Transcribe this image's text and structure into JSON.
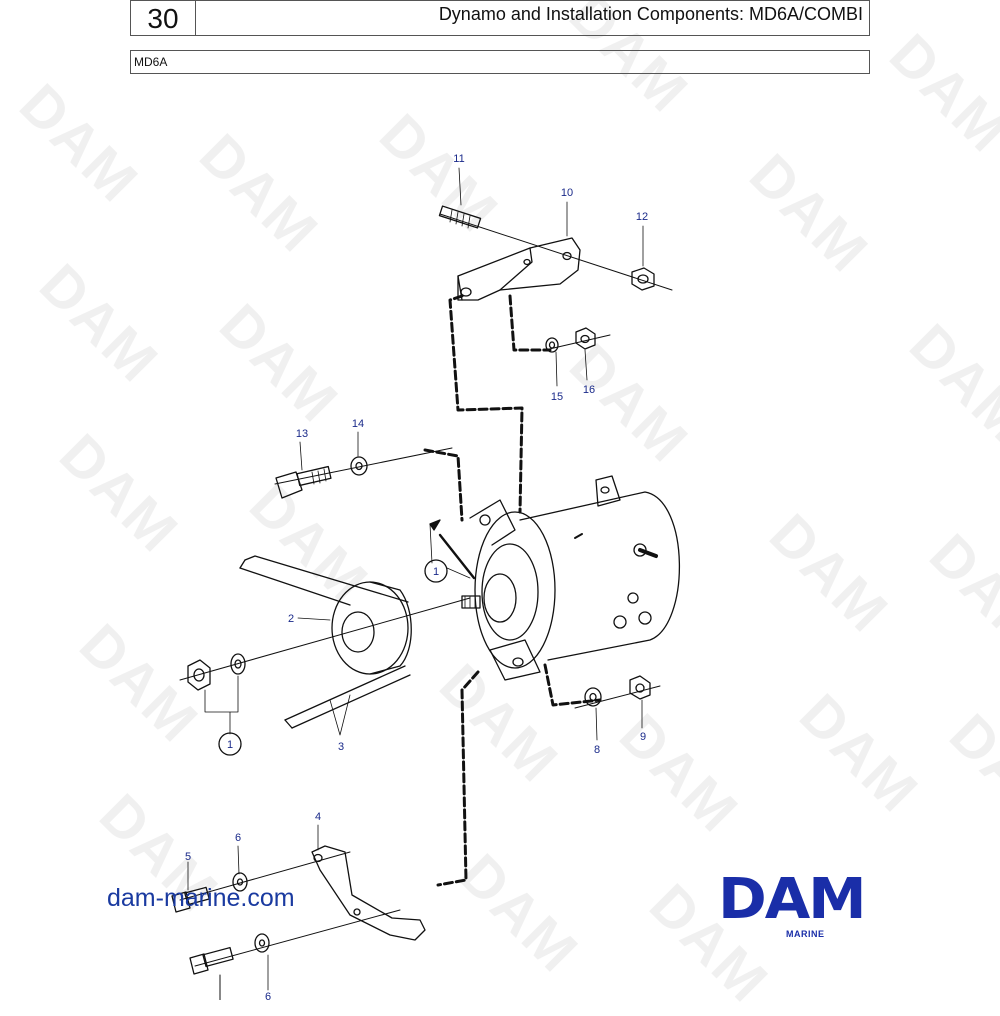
{
  "header": {
    "number": "30",
    "title": "Dynamo and Installation Components: MD6A/COMBI"
  },
  "subheader": {
    "model": "MD6A"
  },
  "watermark": {
    "text": "DAM"
  },
  "callouts": [
    "11",
    "10",
    "12",
    "15",
    "16",
    "13",
    "14",
    "1",
    "2",
    "1",
    "3",
    "8",
    "9",
    "4",
    "6",
    "5",
    "6"
  ],
  "website": "dam-marine.com",
  "logo": {
    "text": "DAM",
    "tagline": "MARINE"
  },
  "colors": {
    "label": "#1a2a8a",
    "brand": "#1a2ea8"
  }
}
